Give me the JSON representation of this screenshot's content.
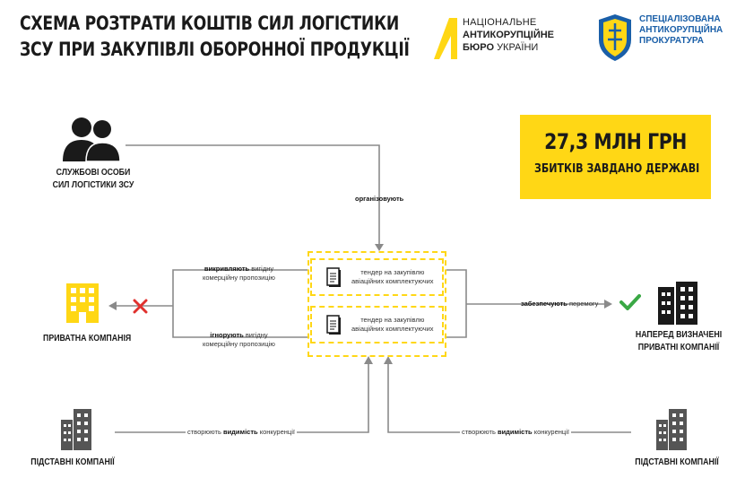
{
  "header": {
    "title_line1": "СХЕМА РОЗТРАТИ КОШТІВ СИЛ ЛОГІСТИКИ",
    "title_line2": "ЗСУ ПРИ ЗАКУПІВЛІ ОБОРОННОЇ ПРОДУКЦІЇ"
  },
  "logos": {
    "nabu": {
      "line1": "НАЦІОНАЛЬНЕ",
      "line2": "АНТИКОРУПЦІЙНЕ",
      "line3a": "БЮРО",
      "line3b": "УКРАЇНИ"
    },
    "sap": {
      "line1": "СПЕЦІАЛІЗОВАНА",
      "line2": "АНТИКОРУПЦІЙНА",
      "line3": "ПРОКУРАТУРА"
    }
  },
  "damage": {
    "amount": "27,3 МЛН ГРН",
    "caption": "ЗБИТКІВ ЗАВДАНО ДЕРЖАВІ"
  },
  "officials": {
    "line1": "СЛУЖБОВІ ОСОБИ",
    "line2": "СИЛ ЛОГІСТИКИ ЗСУ"
  },
  "organize": "організовують",
  "reject": {
    "bold": "викривляють",
    "rest1": " вигідну",
    "rest2": "комерційну пропозицію"
  },
  "ignore": {
    "bold": "ігнорують",
    "rest1": " вигідну",
    "rest2": "комерційну пропозицію"
  },
  "tenders": [
    {
      "line1": "тендер на закупівлю",
      "line2": "авіаційних комплектуючих"
    },
    {
      "line1": "тендер на закупівлю",
      "line2": "авіаційних комплектуючих"
    }
  ],
  "private_company": "ПРИВАТНА КОМПАНІЯ",
  "win": {
    "bold": "забезпечують",
    "rest": " перемогу"
  },
  "predefined": {
    "line1": "НАПЕРЕД ВИЗНАЧЕНІ",
    "line2": "ПРИВАТНІ КОМПАНІЇ"
  },
  "shell_left": "ПІДСТАВНІ КОМПАНІЇ",
  "shell_right": "ПІДСТАВНІ КОМПАНІЇ",
  "competition_left": {
    "pre": "створюють ",
    "bold": "видимість",
    "post": " конкуренції"
  },
  "competition_right": {
    "pre": "створюють ",
    "bold": "видимість",
    "post": " конкуренції"
  },
  "colors": {
    "yellow": "#ffd715",
    "line": "#8a8a8a",
    "red": "#e0312e",
    "green": "#3aa845",
    "sap_blue": "#1a5fa8"
  },
  "icons": [
    "people-icon",
    "building-icon",
    "cross-icon",
    "check-icon",
    "document-icon",
    "nabu-logo-icon",
    "sap-emblem-icon"
  ]
}
